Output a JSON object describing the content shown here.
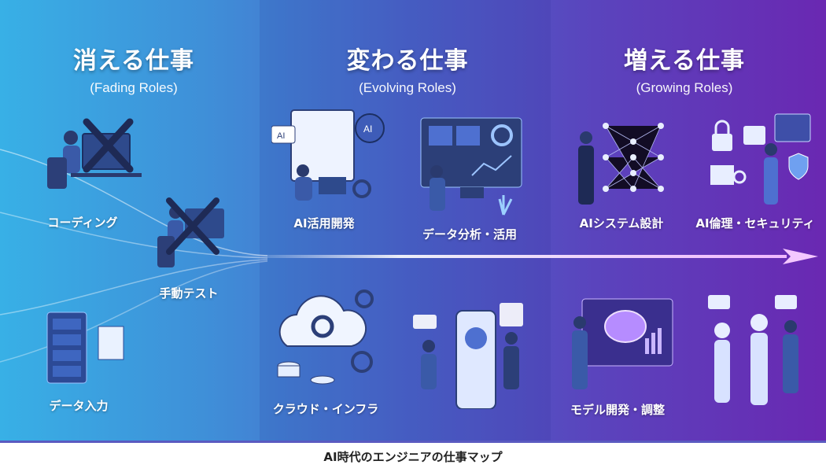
{
  "columns": [
    {
      "title": "消える仕事",
      "subtitle": "(Fading Roles)"
    },
    {
      "title": "変わる仕事",
      "subtitle": "(Evolving Roles)"
    },
    {
      "title": "増える仕事",
      "subtitle": "(Growing Roles)"
    }
  ],
  "items": {
    "coding": "コーディング",
    "manual_test": "手動テスト",
    "data_entry": "データ入力",
    "ai_dev": "AI活用開発",
    "data_analysis": "データ分析・活用",
    "cloud_infra": "クラウド・インフラ",
    "ai_system_design": "AIシステム設計",
    "ai_ethics_security": "AI倫理・セキュリティ",
    "model_dev": "モデル開発・調整"
  },
  "caption": "AI時代のエンジニアの仕事マップ",
  "colors": {
    "left": "#38b0e6",
    "middle": "#4b63c9",
    "right": "#6a28b2"
  }
}
